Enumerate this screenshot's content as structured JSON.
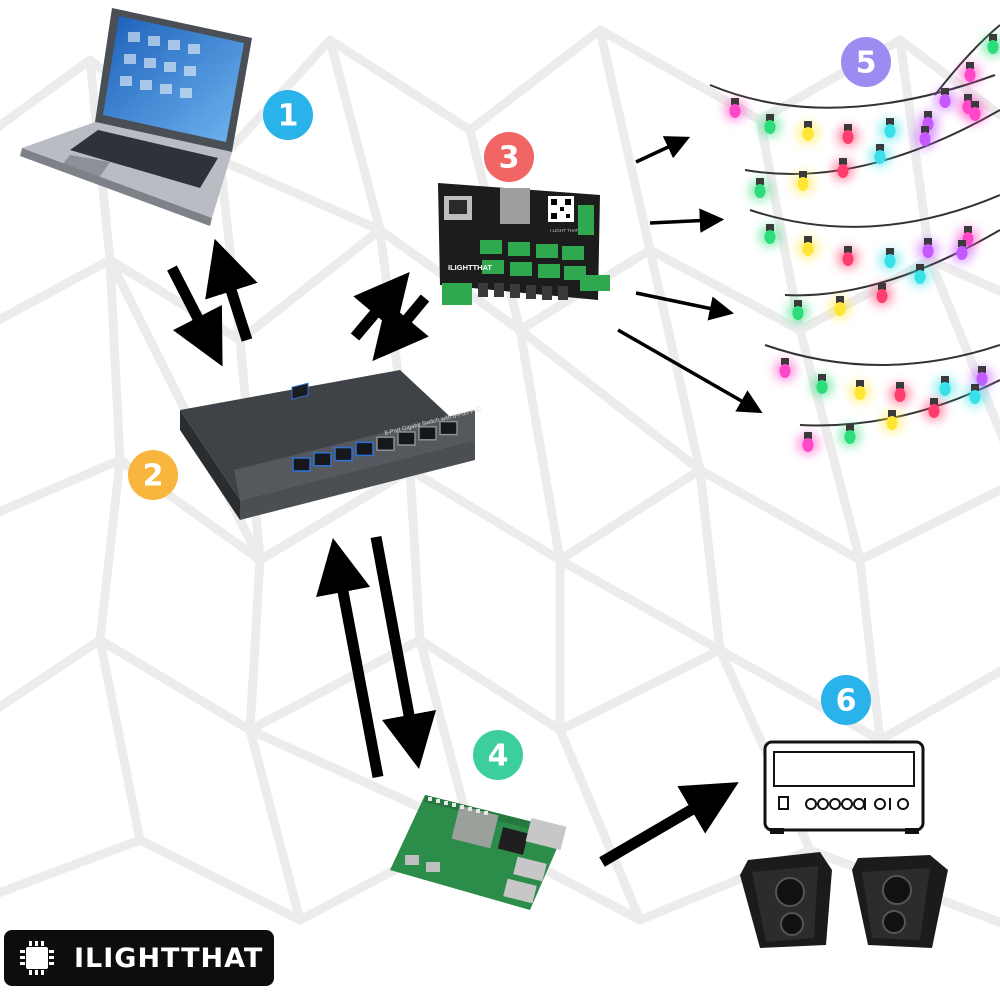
{
  "nodes": [
    {
      "id": "laptop",
      "number": "1",
      "badge_color": "#29b3ea"
    },
    {
      "id": "network-switch",
      "number": "2",
      "badge_color": "#f8b63f"
    },
    {
      "id": "pixel-controller",
      "number": "3",
      "badge_color": "#f26565"
    },
    {
      "id": "raspberry-pi",
      "number": "4",
      "badge_color": "#3ccf9c"
    },
    {
      "id": "string-lights",
      "number": "5",
      "badge_color": "#9c8cf2"
    },
    {
      "id": "amplifier-speakers",
      "number": "6",
      "badge_color": "#29b3ea"
    }
  ],
  "brand": {
    "name": "ILIGHTTHAT",
    "switch_label": "8-Port Gigabit Switch with 8-Port PoE",
    "board_brand": "ILIGHTTHAT",
    "board_small": "I LIGHT THAT"
  },
  "colors": {
    "arrow": "#000000",
    "background_lines": "#ececec",
    "board": "#1c1c1c",
    "terminal_green": "#2fa84f",
    "pcb_green": "#2c8c4a"
  },
  "bulb_colors": [
    "#ff47c8",
    "#2ddc7a",
    "#ffe634",
    "#ff3d6e",
    "#38e1e8",
    "#c558ff"
  ]
}
